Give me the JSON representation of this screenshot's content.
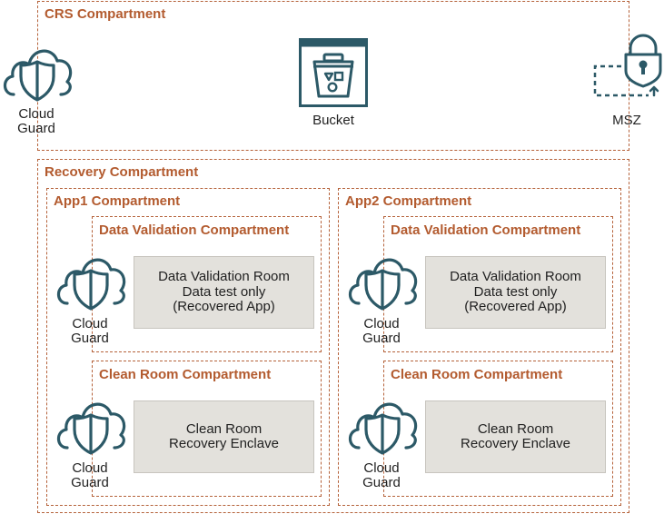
{
  "crs": {
    "title": "CRS Compartment",
    "cloud_guard": {
      "line1": "Cloud",
      "line2": "Guard"
    },
    "bucket_label": "Bucket",
    "msz_label": "MSZ"
  },
  "recovery": {
    "title": "Recovery Compartment",
    "apps": [
      {
        "title": "App1 Compartment",
        "validation": {
          "title": "Data Validation Compartment",
          "cloud_guard": {
            "line1": "Cloud",
            "line2": "Guard"
          },
          "room": {
            "line1": "Data Validation Room",
            "line2": "Data test only",
            "line3": "(Recovered App)"
          }
        },
        "clean": {
          "title": "Clean Room Compartment",
          "cloud_guard": {
            "line1": "Cloud",
            "line2": "Guard"
          },
          "room": {
            "line1": "Clean Room",
            "line2": "Recovery Enclave"
          }
        }
      },
      {
        "title": "App2 Compartment",
        "validation": {
          "title": "Data Validation Compartment",
          "cloud_guard": {
            "line1": "Cloud",
            "line2": "Guard"
          },
          "room": {
            "line1": "Data Validation Room",
            "line2": "Data test only",
            "line3": "(Recovered App)"
          }
        },
        "clean": {
          "title": "Clean Room Compartment",
          "cloud_guard": {
            "line1": "Cloud",
            "line2": "Guard"
          },
          "room": {
            "line1": "Clean Room",
            "line2": "Recovery Enclave"
          }
        }
      }
    ]
  },
  "colors": {
    "accent": "#b35b2f",
    "icon": "#2c5967",
    "room_fill": "#e3e1dc"
  }
}
